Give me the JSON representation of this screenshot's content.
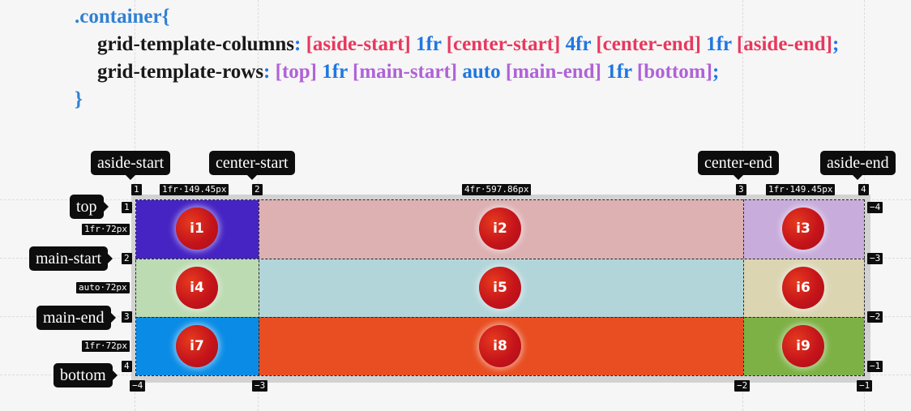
{
  "code": {
    "selector": ".container{",
    "columns_prop": "grid-template-columns",
    "rows_prop": "grid-template-rows",
    "colon": ":",
    "semicolon": ";",
    "close_brace": "}",
    "columns_tokens": [
      {
        "text": "[aside-start]",
        "kind": "name"
      },
      {
        "text": "1fr",
        "kind": "size"
      },
      {
        "text": "[center-start]",
        "kind": "name"
      },
      {
        "text": "4fr",
        "kind": "size"
      },
      {
        "text": "[center-end]",
        "kind": "name"
      },
      {
        "text": "1fr",
        "kind": "size"
      },
      {
        "text": "[aside-end]",
        "kind": "name"
      }
    ],
    "rows_tokens": [
      {
        "text": "[top]",
        "kind": "name"
      },
      {
        "text": "1fr",
        "kind": "size"
      },
      {
        "text": "[main-start]",
        "kind": "name"
      },
      {
        "text": "auto",
        "kind": "size"
      },
      {
        "text": "[main-end]",
        "kind": "name"
      },
      {
        "text": "1fr",
        "kind": "size"
      },
      {
        "text": "[bottom]",
        "kind": "name"
      }
    ]
  },
  "colors": {
    "selector": "#2f80d5",
    "name_cols": "#e8385d",
    "name_rows": "#b062d8",
    "size": "#1f77e1",
    "property": "#181818"
  },
  "column_names": [
    "aside-start",
    "center-start",
    "center-end",
    "aside-end"
  ],
  "row_names": [
    "top",
    "main-start",
    "main-end",
    "bottom"
  ],
  "column_line_numbers": [
    "1",
    "2",
    "3",
    "4"
  ],
  "column_line_numbers_negative": [
    "−4",
    "−3",
    "−2",
    "−1"
  ],
  "row_line_numbers": [
    "1",
    "2",
    "3",
    "4"
  ],
  "row_line_numbers_negative": [
    "−4",
    "−3",
    "−2",
    "−1"
  ],
  "column_sizes": [
    "1fr·149.45px",
    "4fr·597.86px",
    "1fr·149.45px"
  ],
  "row_sizes": [
    "1fr·72px",
    "auto·72px",
    "1fr·72px"
  ],
  "items": [
    {
      "label": "i1",
      "color": "#4624c4"
    },
    {
      "label": "i2",
      "color": "#ddb0b2"
    },
    {
      "label": "i3",
      "color": "#c8acdb"
    },
    {
      "label": "i4",
      "color": "#bcdbb2"
    },
    {
      "label": "i5",
      "color": "#b2d5da"
    },
    {
      "label": "i6",
      "color": "#dbd5b2"
    },
    {
      "label": "i7",
      "color": "#0a8ce6"
    },
    {
      "label": "i8",
      "color": "#e84e22"
    },
    {
      "label": "i9",
      "color": "#7db145"
    }
  ]
}
